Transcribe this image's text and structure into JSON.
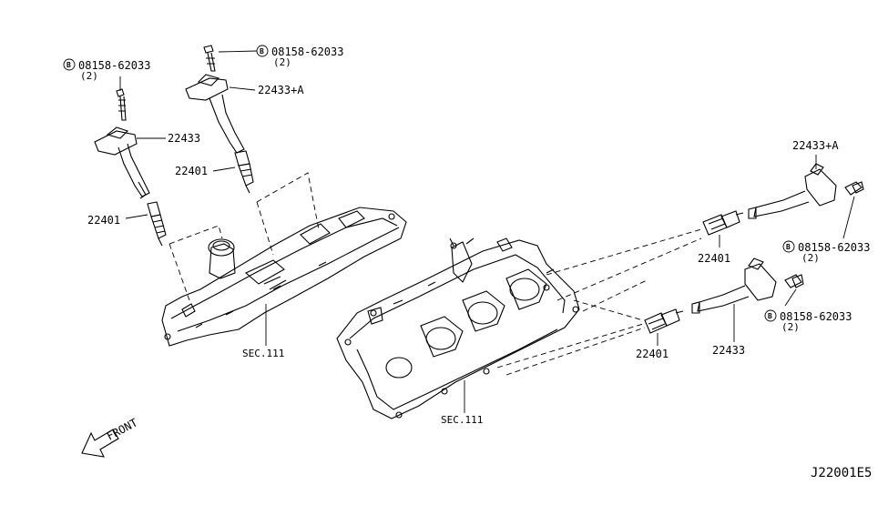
{
  "callouts": {
    "bolt_top_center": {
      "part": "08158-62033",
      "qty": "(2)",
      "marker": "B"
    },
    "bolt_top_left": {
      "part": "08158-62033",
      "qty": "(2)",
      "marker": "B"
    },
    "coil_upper": "22433+A",
    "coil_left": "22433",
    "plug_upper": "22401",
    "plug_left": "22401",
    "coil_right_top": "22433+A",
    "bolt_right_top": {
      "part": "08158-62033",
      "qty": "(2)",
      "marker": "B"
    },
    "plug_right_top": "22401",
    "bolt_right_mid": {
      "part": "08158-62033",
      "qty": "(2)",
      "marker": "B"
    },
    "plug_right_mid": "22401",
    "coil_right_mid": "22433"
  },
  "sections": {
    "left_cover": "SEC.111",
    "right_cover": "SEC.111"
  },
  "direction": "FRONT",
  "diagram_code": "J22001E5"
}
